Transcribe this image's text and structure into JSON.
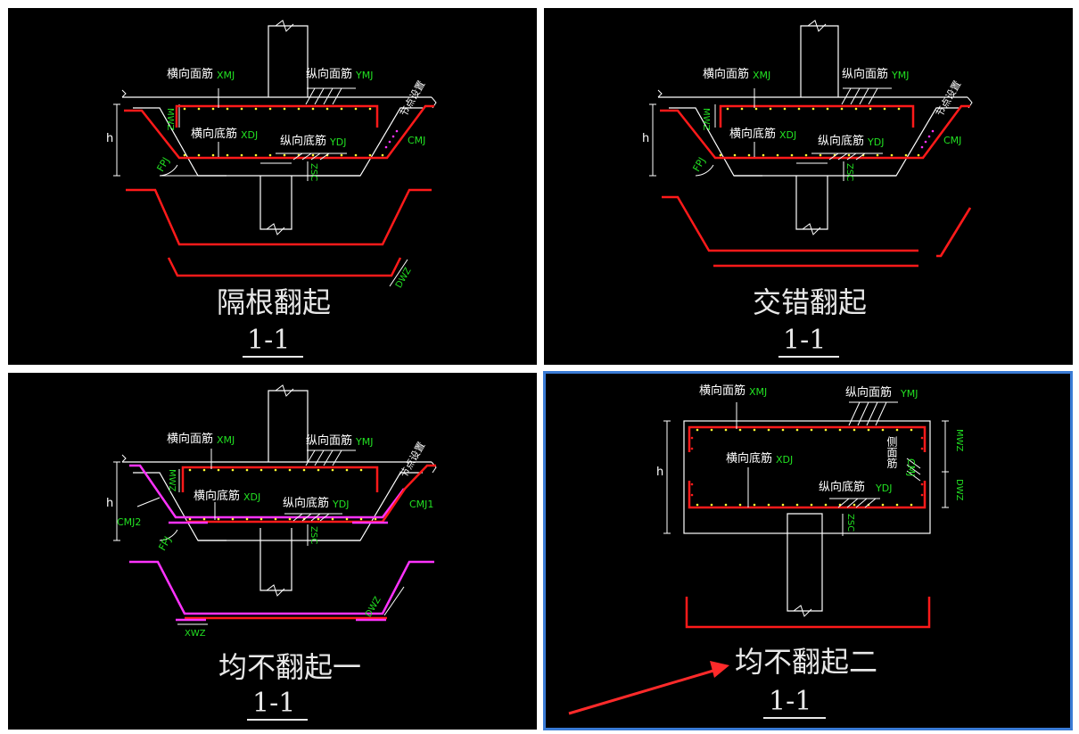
{
  "panels": [
    {
      "title": "隔根翻起",
      "section": "1-1",
      "labels": {
        "top_bar_transverse": "横向面筋",
        "top_bar_transverse_code": "XMJ",
        "top_bar_longitudinal": "纵向面筋",
        "top_bar_longitudinal_code": "YMJ",
        "bottom_bar_transverse": "横向底筋",
        "bottom_bar_transverse_code": "XDJ",
        "bottom_bar_longitudinal": "纵向底筋",
        "bottom_bar_longitudinal_code": "YDJ",
        "side_bar_code": "CMJ",
        "mwz": "MWZ",
        "h": "h",
        "fpj": "FPJ",
        "zsc": "ZSC",
        "dwz": "DWZ",
        "layout_note": "节点设置"
      }
    },
    {
      "title": "交错翻起",
      "section": "1-1",
      "labels": {
        "top_bar_transverse": "横向面筋",
        "top_bar_transverse_code": "XMJ",
        "top_bar_longitudinal": "纵向面筋",
        "top_bar_longitudinal_code": "YMJ",
        "bottom_bar_transverse": "横向底筋",
        "bottom_bar_transverse_code": "XDJ",
        "bottom_bar_longitudinal": "纵向底筋",
        "bottom_bar_longitudinal_code": "YDJ",
        "side_bar_code": "CMJ",
        "mwz": "MWZ",
        "h": "h",
        "fpj": "FPJ",
        "zsc": "ZSC",
        "layout_note": "节点设置"
      }
    },
    {
      "title": "均不翻起一",
      "section": "1-1",
      "labels": {
        "top_bar_transverse": "横向面筋",
        "top_bar_transverse_code": "XMJ",
        "top_bar_longitudinal": "纵向面筋",
        "top_bar_longitudinal_code": "YMJ",
        "bottom_bar_transverse": "横向底筋",
        "bottom_bar_transverse_code": "XDJ",
        "bottom_bar_longitudinal": "纵向底筋",
        "bottom_bar_longitudinal_code": "YDJ",
        "side_bar_code_1": "CMJ1",
        "side_bar_code_2": "CMJ2",
        "mwz": "MWZ",
        "h": "h",
        "fpj": "FPJ",
        "zsc": "ZSC",
        "dwz": "DWZ",
        "xwz": "XWZ",
        "layout_note": "节点设置"
      }
    },
    {
      "title": "均不翻起二",
      "section": "1-1",
      "labels": {
        "top_bar_transverse": "横向面筋",
        "top_bar_transverse_code": "XMJ",
        "top_bar_longitudinal": "纵向面筋",
        "top_bar_longitudinal_code": "YMJ",
        "bottom_bar_transverse": "横向底筋",
        "bottom_bar_transverse_code": "XDJ",
        "bottom_bar_longitudinal": "纵向底筋",
        "bottom_bar_longitudinal_code": "YDJ",
        "side_bar": "侧面筋",
        "side_bar_code": "CMJ",
        "mwz": "MWZ",
        "dwz": "DWZ",
        "h": "h",
        "zsc": "ZSC"
      }
    }
  ],
  "colors": {
    "panel_bg": "#000000",
    "outline": "#ffffff",
    "rebar": "#ff1a1a",
    "rebar_alt": "#ff33ff",
    "dots": "#ffff33",
    "code_text": "#22e022",
    "selected_border": "#3a7bd5",
    "arrow": "#ff2a2a"
  }
}
